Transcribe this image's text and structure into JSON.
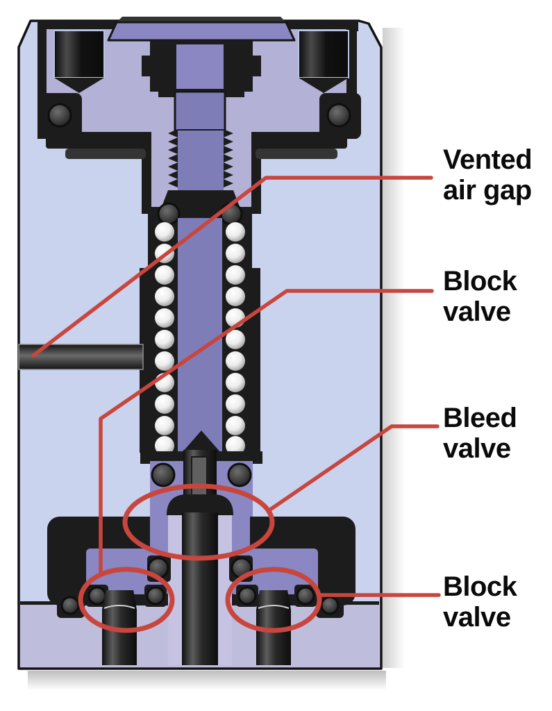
{
  "colors": {
    "red": "#c8463e",
    "body": "#c9d3ee",
    "cavity": "#b4b1d6",
    "lower": "#bfbddc",
    "chamber": "#8a87c2",
    "stem": "#7f7db8",
    "metal": "#1c1c1c",
    "label": "#0a0a0a",
    "bg": "#ffffff"
  },
  "diagram": {
    "type": "technical-cutaway-diagram",
    "labels": [
      {
        "id": "vented-air-gap",
        "line1": "Vented",
        "line2": "air gap",
        "callout": "leader-line"
      },
      {
        "id": "block-valve-upper",
        "line1": "Block",
        "line2": "valve",
        "callout": "leader-line-to-left-ellipse"
      },
      {
        "id": "bleed-valve",
        "line1": "Bleed",
        "line2": "valve",
        "callout": "leader-line-to-center-ellipse"
      },
      {
        "id": "block-valve-lower",
        "line1": "Block",
        "line2": "valve",
        "callout": "leader-line-to-right-ellipse"
      }
    ]
  }
}
